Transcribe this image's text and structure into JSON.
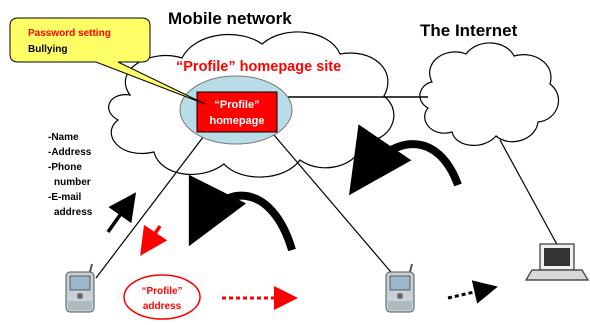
{
  "labels": {
    "mobile_network": "Mobile network",
    "internet": "The Internet",
    "site_title": "“Profile” homepage site",
    "callout_line1": "Password setting",
    "callout_line2": "Bullying",
    "homepage_line1": "“Profile”",
    "homepage_line2": "homepage",
    "info_name": "-Name",
    "info_address": "-Address",
    "info_phone1": "-Phone",
    "info_phone2": "number",
    "info_email1": "-E-mail",
    "info_email2": "address",
    "address_line1": "“Profile”",
    "address_line2": "address"
  },
  "colors": {
    "accent_red": "#ff0000",
    "callout_fill": "#ffff66",
    "ellipse_fill": "#b8dde6",
    "box_fill": "#ff0000",
    "arrow_black": "#000000"
  },
  "icons": {
    "left_phone": "mobile-phone-icon",
    "right_phone": "mobile-phone-icon",
    "laptop": "laptop-icon"
  }
}
